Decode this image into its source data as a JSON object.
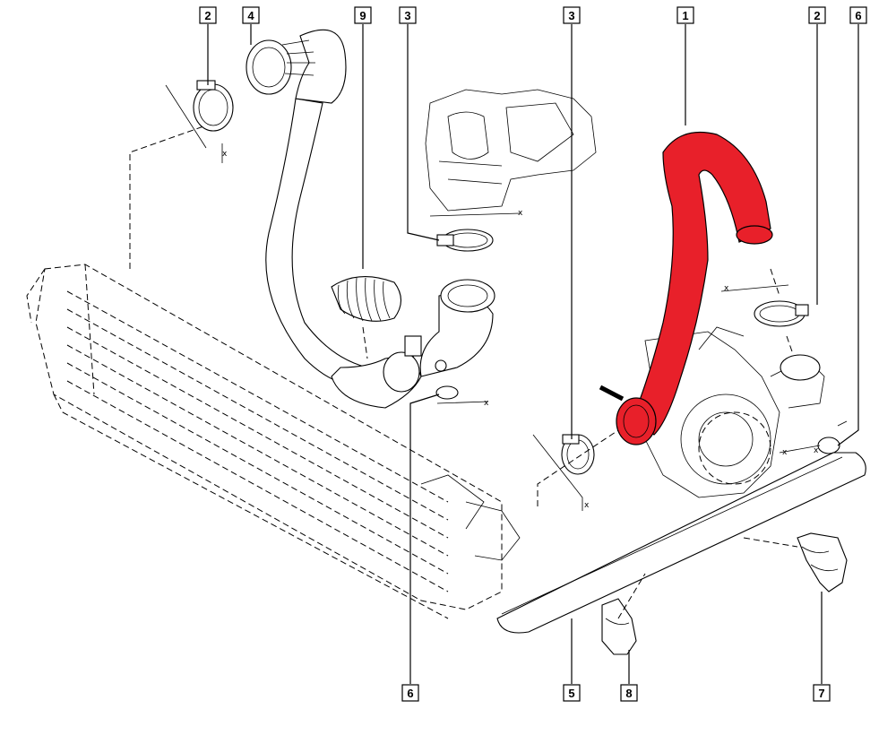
{
  "diagram": {
    "highlight_color": "#e8202a",
    "line_color": "#000000",
    "callouts": [
      {
        "id": "c2a",
        "label": "2"
      },
      {
        "id": "c4",
        "label": "4"
      },
      {
        "id": "c9",
        "label": "9"
      },
      {
        "id": "c3a",
        "label": "3"
      },
      {
        "id": "c3b",
        "label": "3"
      },
      {
        "id": "c1",
        "label": "1"
      },
      {
        "id": "c2b",
        "label": "2"
      },
      {
        "id": "c6a",
        "label": "6"
      },
      {
        "id": "c6b",
        "label": "6"
      },
      {
        "id": "c5",
        "label": "5"
      },
      {
        "id": "c8",
        "label": "8"
      },
      {
        "id": "c7",
        "label": "7"
      }
    ],
    "dimension_marks": [
      {
        "label": "x"
      },
      {
        "label": "x"
      },
      {
        "label": "x"
      },
      {
        "label": "x"
      },
      {
        "label": "x"
      },
      {
        "label": "x"
      },
      {
        "label": "x"
      }
    ]
  }
}
